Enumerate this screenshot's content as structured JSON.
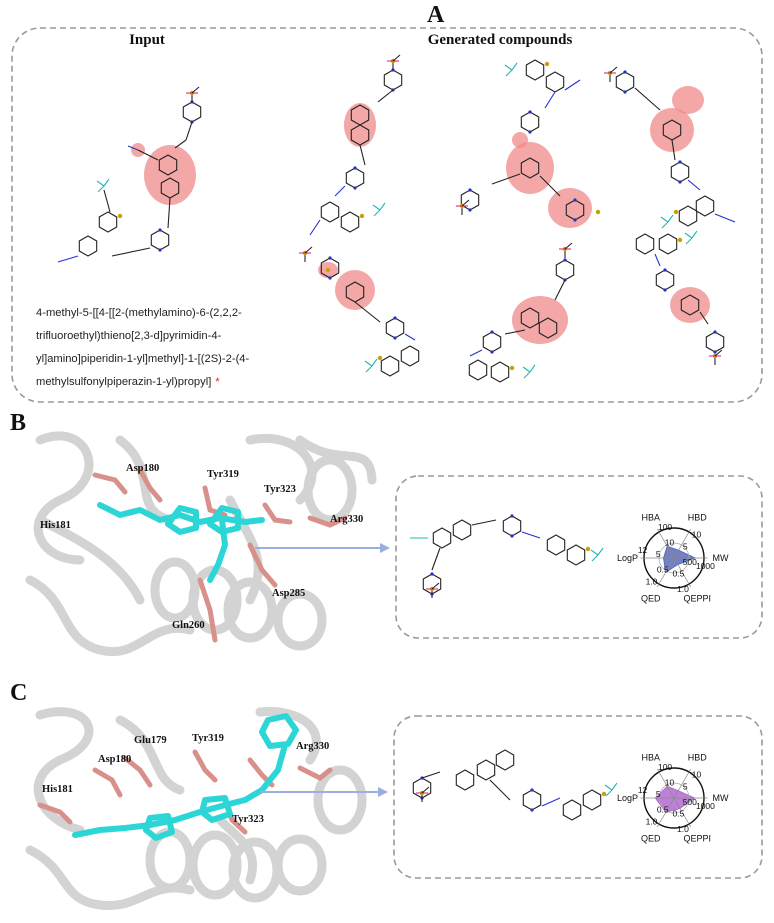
{
  "panels": {
    "a": {
      "letter": "A",
      "input_header": "Input",
      "generated_header": "Generated compounds",
      "iupac_lines": [
        "4-methyl-5-[[4-[[2-(methylamino)-6-(2,2,2-",
        "trifluoroethyl)thieno[2,3-d]pyrimidin-4-",
        "yl]amino]piperidin-1-yl]methyl]-1-[(2S)-2-(4-",
        "methylsulfonylpiperazin-1-yl)propyl]"
      ],
      "iupac_star": "*"
    },
    "b": {
      "letter": "B",
      "residues": [
        "Asp180",
        "Tyr319",
        "Tyr323",
        "His181",
        "Arg330",
        "Asp285",
        "Gln260"
      ]
    },
    "c": {
      "letter": "C",
      "residues": [
        "Glu179",
        "Tyr319",
        "Asp180",
        "Arg330",
        "His181",
        "Tyr323"
      ]
    }
  },
  "radar": {
    "axis_labels": {
      "hba": "HBA",
      "hbd": "HBD",
      "mw": "MW",
      "qeppi": "QEPPI",
      "qed": "QED",
      "logp": "LogP"
    },
    "ticks": {
      "hba": [
        "100",
        "10"
      ],
      "hbd": [
        "10",
        "5"
      ],
      "mw": [
        "1000",
        "500"
      ],
      "qeppi": [
        "1.0",
        "0.5"
      ],
      "qed": [
        "1.0",
        "0.5"
      ],
      "logp": [
        "12",
        "5"
      ]
    },
    "fill_colors": {
      "b": "#5a6ab8",
      "c": "#b26ad0"
    }
  },
  "colors": {
    "nitrogen": "#2233cc",
    "fluorine": "#22b8b8",
    "sulfur": "#c8a000",
    "sulfonyl_oxygen": "#e0287a",
    "highlight": "#f08a8a",
    "ligand": "#2dd6d6",
    "residue": "#d8908a"
  }
}
